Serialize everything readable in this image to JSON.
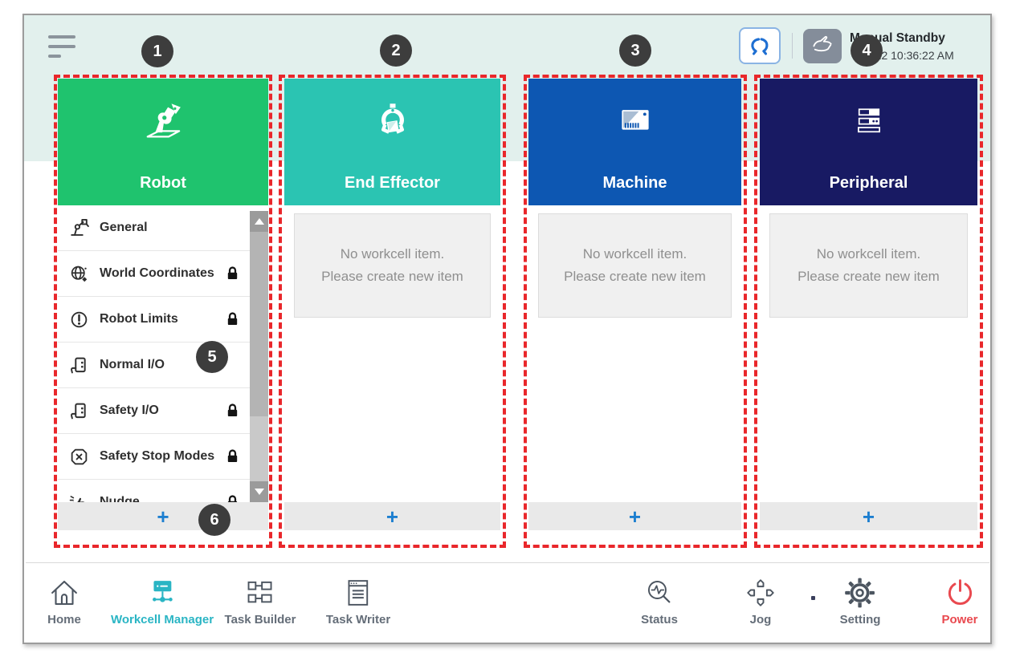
{
  "header": {
    "status_title": "Manual Standby",
    "status_time": "2.22 10:36:22 AM"
  },
  "callouts": [
    "1",
    "2",
    "3",
    "4",
    "5",
    "6"
  ],
  "columns": [
    {
      "title": "Robot",
      "color": "#1fc36e"
    },
    {
      "title": "End Effector",
      "color": "#2bc4b2"
    },
    {
      "title": "Machine",
      "color": "#0d57b2"
    },
    {
      "title": "Peripheral",
      "color": "#181a63"
    }
  ],
  "robot_menu": [
    {
      "label": "General",
      "locked": false
    },
    {
      "label": "World Coordinates",
      "locked": true
    },
    {
      "label": "Robot Limits",
      "locked": true
    },
    {
      "label": "Normal I/O",
      "locked": false
    },
    {
      "label": "Safety I/O",
      "locked": true
    },
    {
      "label": "Safety Stop Modes",
      "locked": true
    },
    {
      "label": "Nudge",
      "locked": true
    }
  ],
  "empty_message": {
    "line1": "No workcell item.",
    "line2": "Please create new item"
  },
  "add_label": "+",
  "nav": [
    {
      "label": "Home",
      "active": false
    },
    {
      "label": "Workcell Manager",
      "active": true
    },
    {
      "label": "Task Builder",
      "active": false
    },
    {
      "label": "Task Writer",
      "active": false
    },
    {
      "label": "Status",
      "active": false
    },
    {
      "label": "Jog",
      "active": false
    },
    {
      "label": "Setting",
      "active": false
    },
    {
      "label": "Power",
      "active": false
    }
  ],
  "colors": {
    "accent_active": "#2ab5c4",
    "power_red": "#e9494f",
    "annotation_red": "#e9272b",
    "add_blue": "#1d7fd0",
    "header_mint": "#e2f0ed",
    "callout_bg": "#3d3d3d"
  }
}
